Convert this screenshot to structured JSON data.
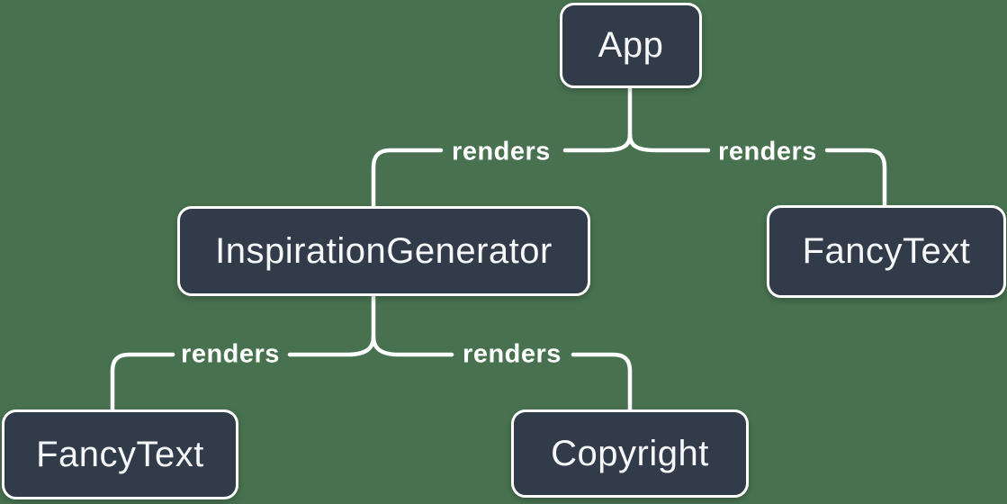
{
  "colors": {
    "background": "#47714F",
    "node_fill": "#323B49",
    "node_border": "#FFFFFF",
    "node_text": "#F6F7F9",
    "connector": "#FFFFFF",
    "edge_label_text": "#FFFFFF"
  },
  "diagram": {
    "type": "component-render-tree",
    "nodes": [
      {
        "id": "app",
        "label": "App"
      },
      {
        "id": "inspiration-generator",
        "label": "InspirationGenerator"
      },
      {
        "id": "fancy-text-top",
        "label": "FancyText"
      },
      {
        "id": "fancy-text-bottom",
        "label": "FancyText"
      },
      {
        "id": "copyright",
        "label": "Copyright"
      }
    ],
    "edges": [
      {
        "from": "App",
        "to": "InspirationGenerator",
        "label": "renders"
      },
      {
        "from": "App",
        "to": "FancyText",
        "label": "renders"
      },
      {
        "from": "InspirationGenerator",
        "to": "FancyText",
        "label": "renders"
      },
      {
        "from": "InspirationGenerator",
        "to": "Copyright",
        "label": "renders"
      }
    ]
  }
}
